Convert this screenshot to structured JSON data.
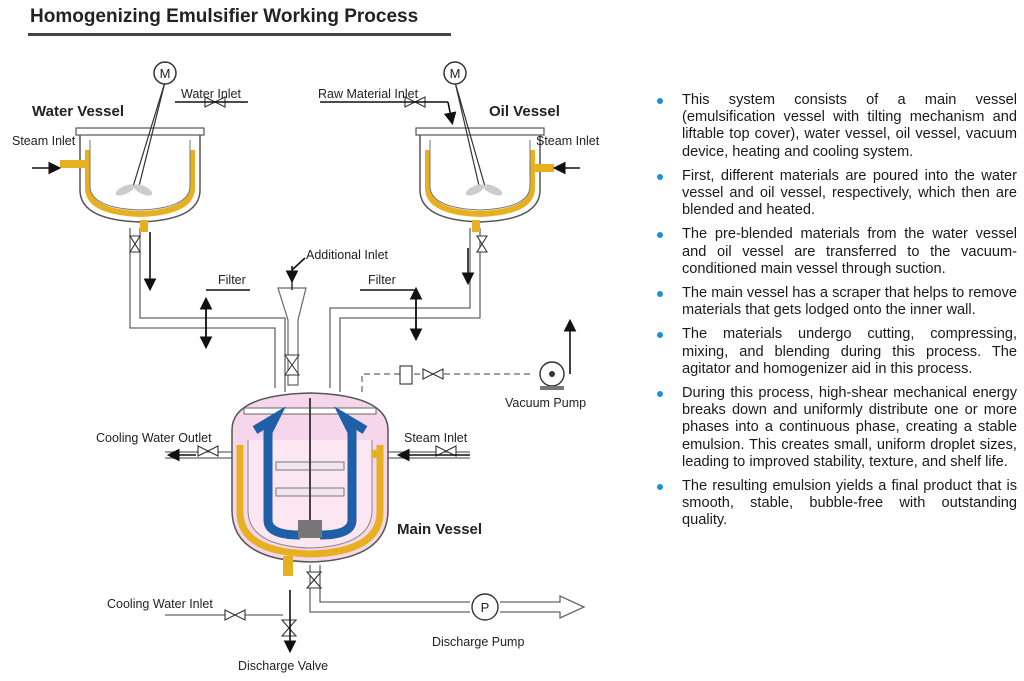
{
  "title": "Homogenizing Emulsifier Working Process",
  "colors": {
    "jacket": "#e6b021",
    "agitator": "#1f5fa8",
    "main_fill": "#f6d6ea",
    "vessel_line": "#555555"
  },
  "diagram": {
    "labels": {
      "water_vessel": "Water Vessel",
      "oil_vessel": "Oil Vessel",
      "main_vessel": "Main Vessel",
      "water_inlet": "Water Inlet",
      "raw_material_inlet": "Raw Material Inlet",
      "steam_inlet_left": "Steam Inlet",
      "steam_inlet_right": "Steam Inlet",
      "steam_inlet_main": "Steam Inlet",
      "additional_inlet": "Additional Inlet",
      "filter_left": "Filter",
      "filter_right": "Filter",
      "vacuum_pump": "Vacuum Pump",
      "cooling_water_outlet": "Cooling Water Outlet",
      "cooling_water_inlet": "Cooling Water Inlet",
      "discharge_pump": "Discharge Pump",
      "discharge_valve": "Discharge Valve"
    },
    "symbols": {
      "motor": "M",
      "pump": "P"
    }
  },
  "bullets": [
    "This system consists of a main vessel (emulsification vessel with tilting mechanism and liftable top cover), water vessel, oil vessel, vacuum device, heating and cooling system.",
    "First, different materials are poured into the water vessel and oil vessel, respectively, which then are blended and heated.",
    "The pre-blended materials from the water vessel and oil vessel are transferred to the vacuum-conditioned main vessel through suction.",
    "The main vessel has a scraper that helps to remove materials that gets lodged onto the inner wall.",
    "The materials undergo cutting, compressing, mixing, and blending during this process. The agitator and homogenizer aid in this process.",
    "During this process, high-shear mechanical energy breaks down and uniformly distribute one or more phases into a continuous phase, creating a stable emulsion. This creates small, uniform droplet sizes, leading to improved stability, texture, and shelf life.",
    "The resulting emulsion yields a final product that is smooth, stable, bubble-free with outstanding quality."
  ]
}
